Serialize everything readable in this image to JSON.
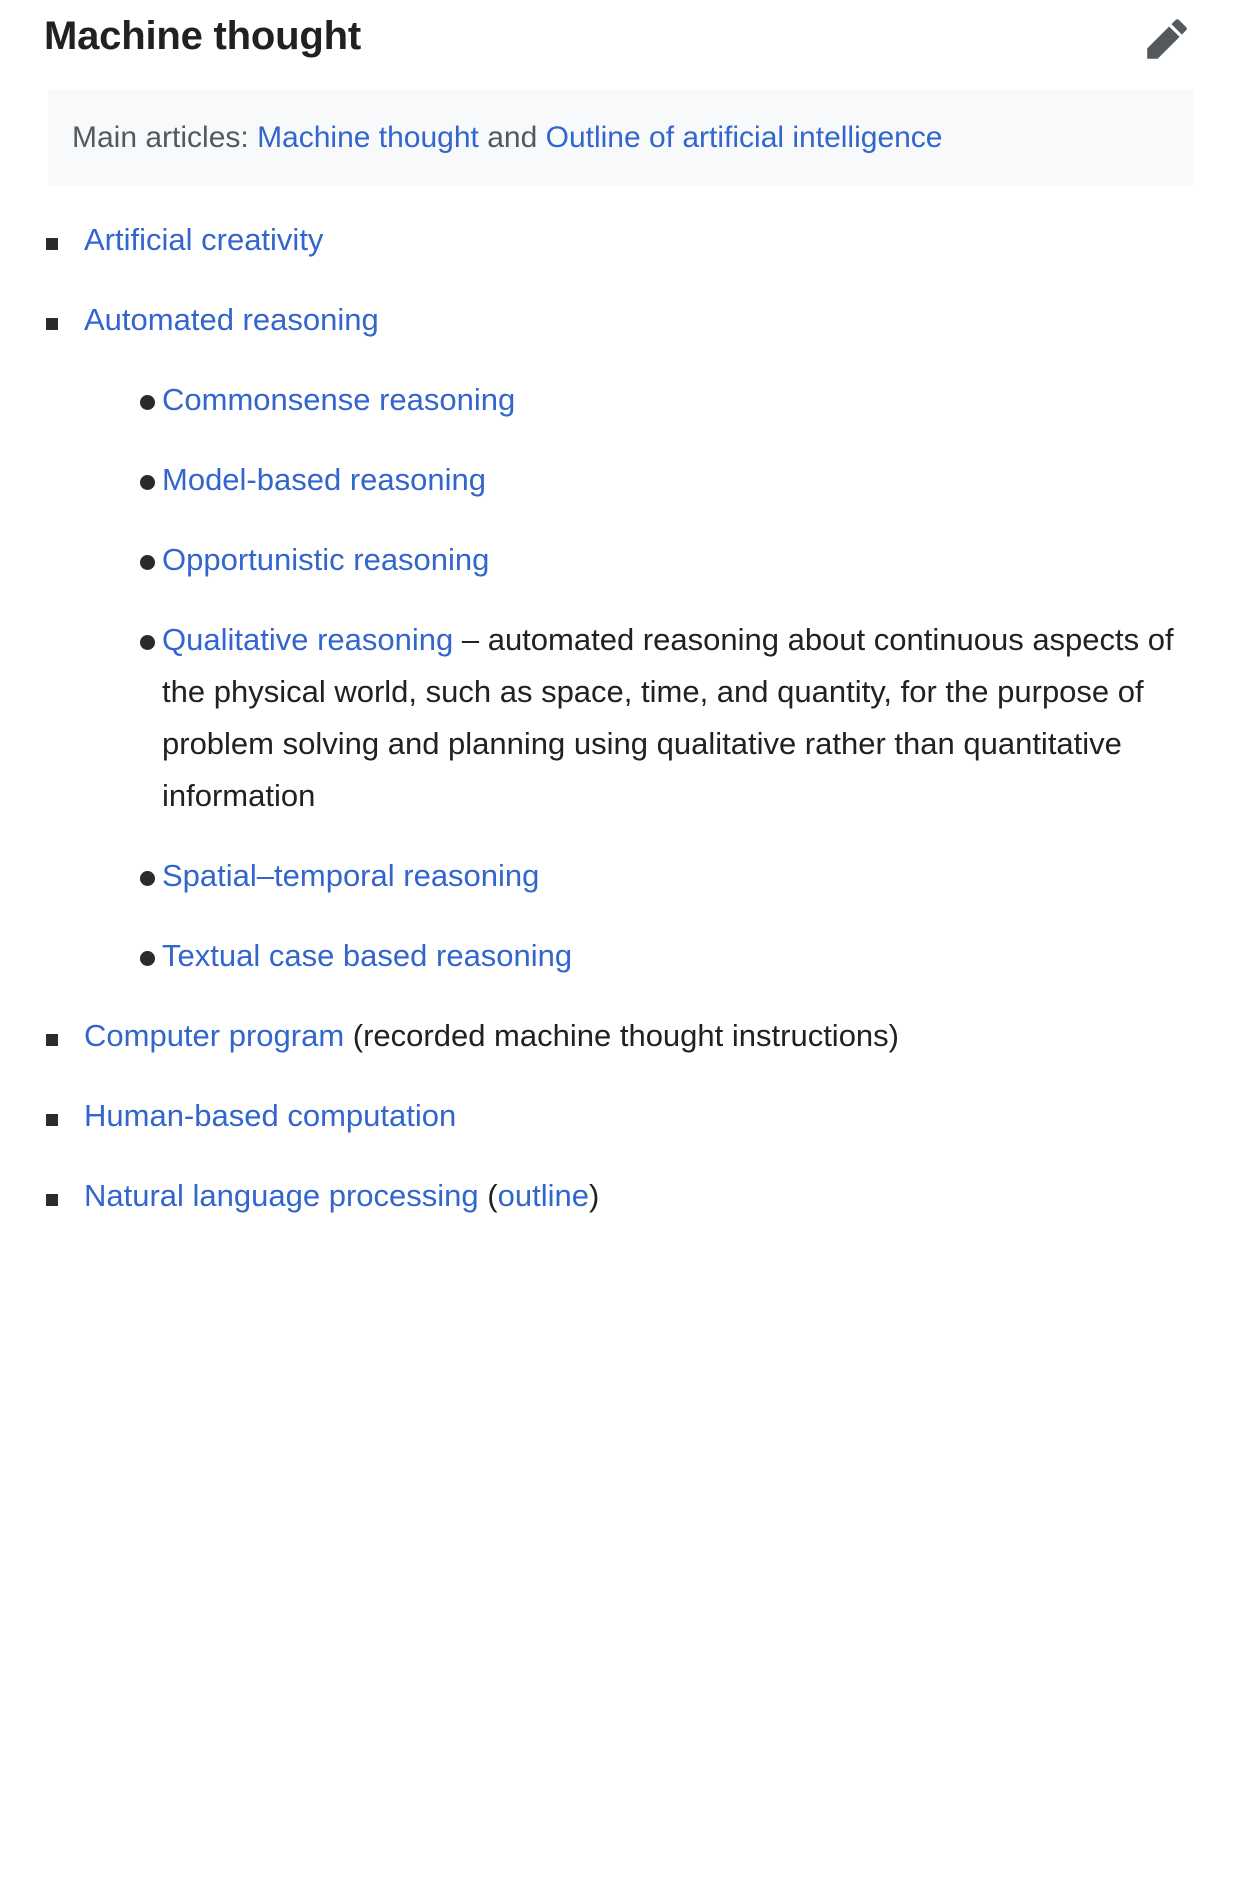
{
  "header": {
    "title": "Machine thought",
    "edit_icon": "pencil-edit-icon",
    "edit_icon_color": "#54595d"
  },
  "hatnote": {
    "prefix": "Main articles: ",
    "link1": "Machine thought",
    "conjunction": " and ",
    "link2": "Outline of artificial intelligence",
    "background": "#f8f9fa",
    "text_color": "#54595d"
  },
  "colors": {
    "link": "#3366cc",
    "text": "#202122",
    "bullet": "#2b2b2b",
    "page_background": "#ffffff"
  },
  "list": {
    "items": [
      {
        "link": "Artificial creativity",
        "suffix": ""
      },
      {
        "link": "Automated reasoning",
        "suffix": "",
        "children": [
          {
            "link": "Commonsense reasoning",
            "suffix": ""
          },
          {
            "link": "Model-based reasoning",
            "suffix": ""
          },
          {
            "link": "Opportunistic reasoning",
            "suffix": ""
          },
          {
            "link": "Qualitative reasoning",
            "suffix": " – automated reasoning about continuous aspects of the physical world, such as space, time, and quantity, for the purpose of problem solving and planning using qualitative rather than quantitative information"
          },
          {
            "link": "Spatial–temporal reasoning",
            "suffix": ""
          },
          {
            "link": "Textual case based reasoning",
            "suffix": ""
          }
        ]
      },
      {
        "link": "Computer program",
        "suffix": " (recorded machine thought instructions)"
      },
      {
        "link": "Human-based computation",
        "suffix": ""
      },
      {
        "link": "Natural language processing",
        "suffix_open": " (",
        "link2": "outline",
        "suffix_close": ")"
      }
    ]
  }
}
